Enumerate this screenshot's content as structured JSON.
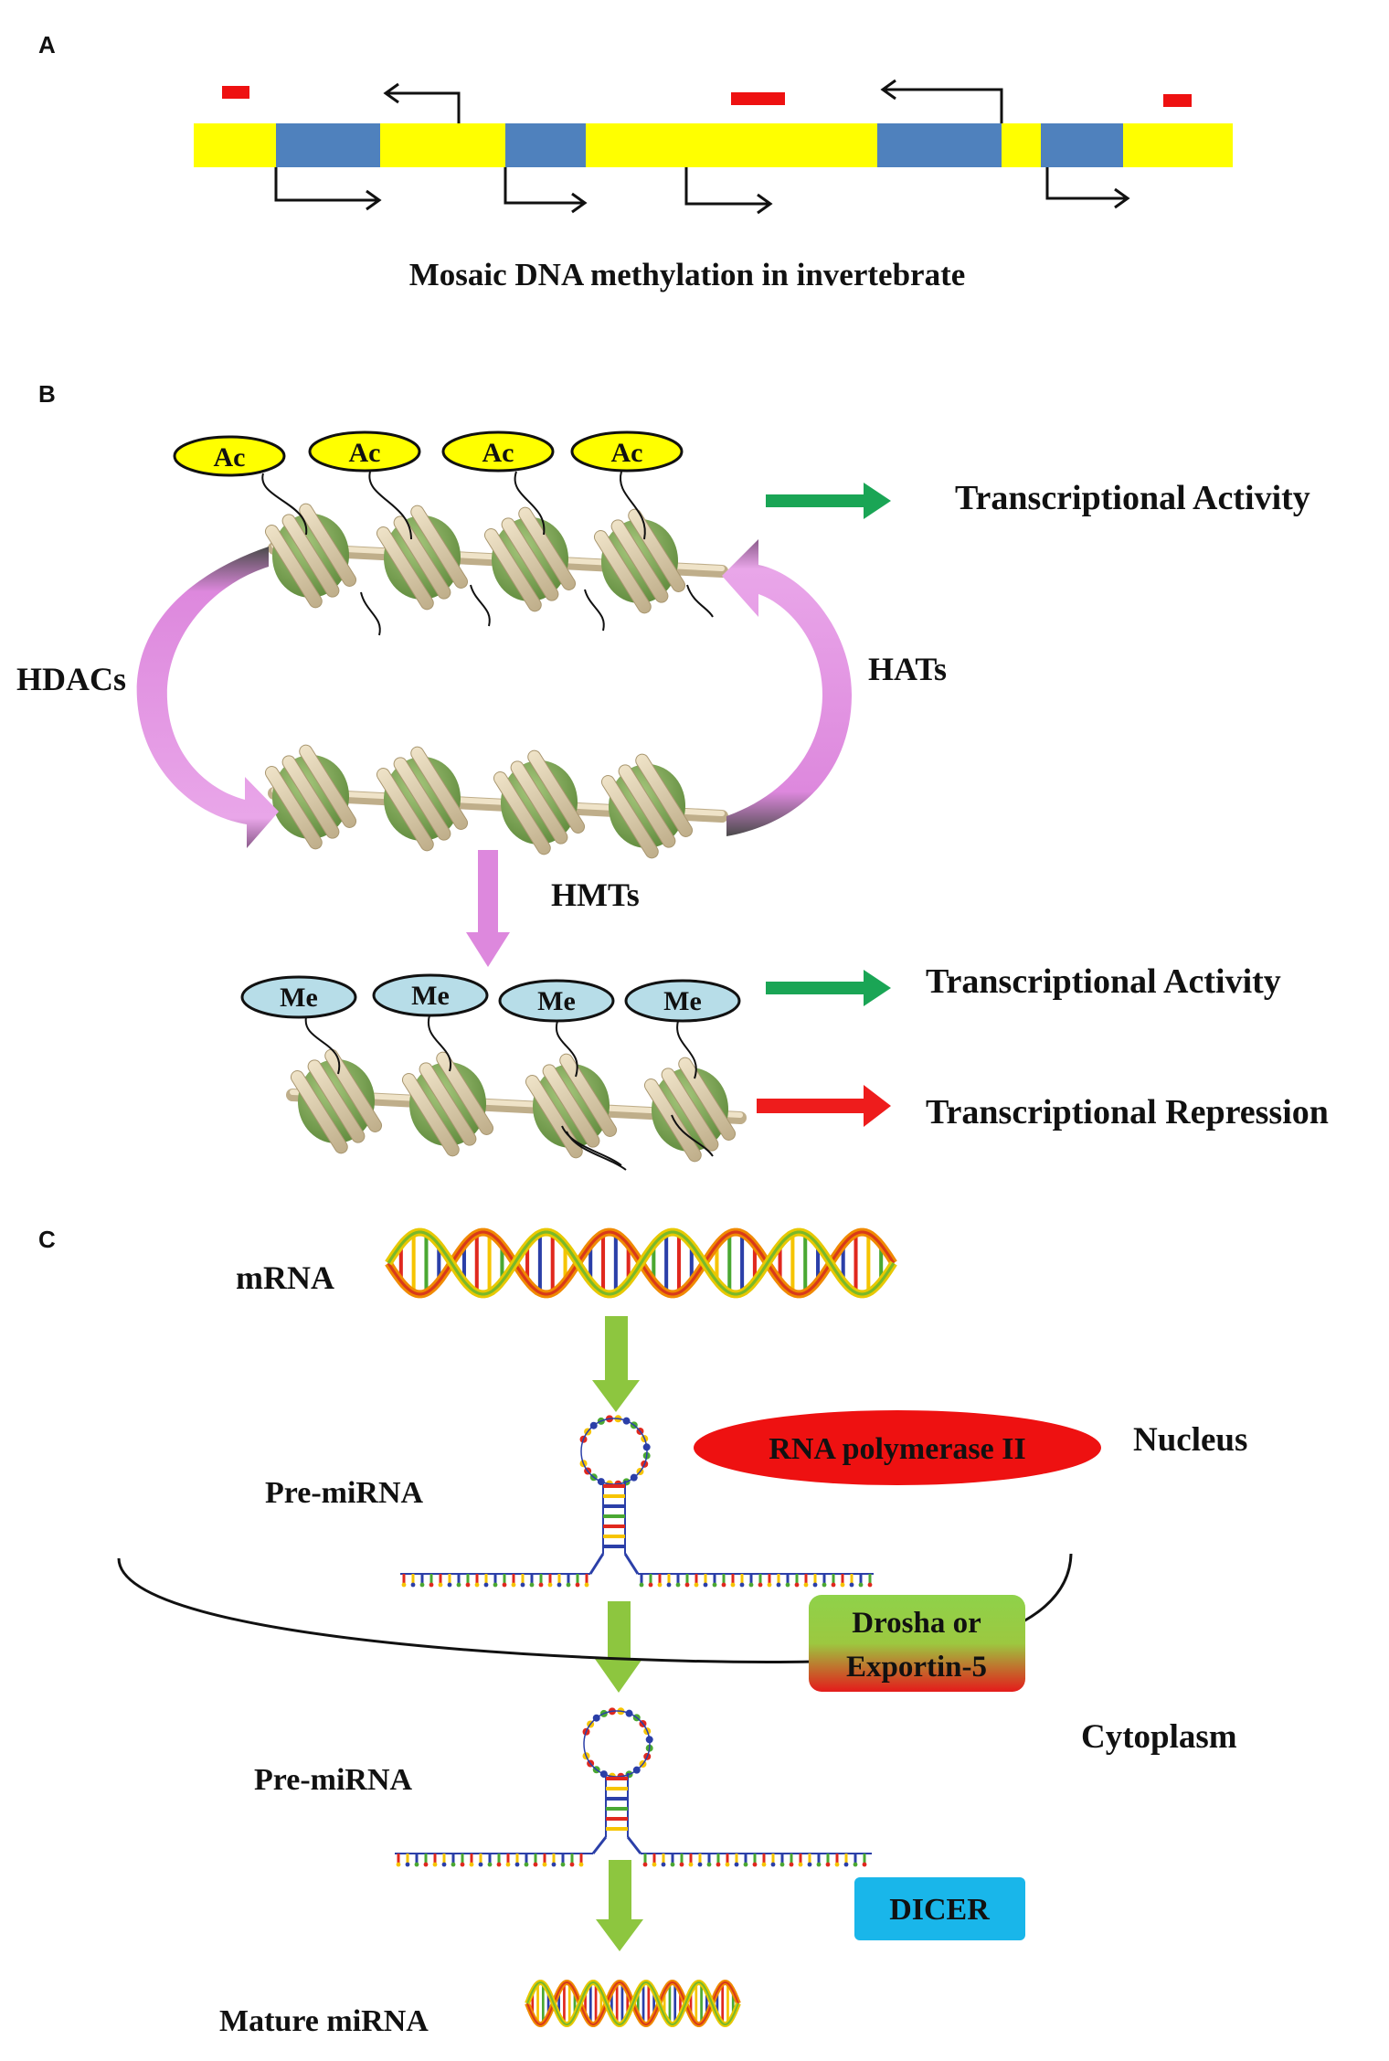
{
  "panels": {
    "a": {
      "letter": "A",
      "caption": "Mosaic DNA methylation in invertebrate"
    },
    "b": {
      "letter": "B",
      "acetyl_label": "Ac",
      "methyl_label": "Me",
      "hdacs": "HDACs",
      "hats": "HATs",
      "hmts": "HMTs",
      "activity_top": "Transcriptional Activity",
      "activity_mid": "Transcriptional Activity",
      "repression": "Transcriptional Repression"
    },
    "c": {
      "letter": "C",
      "mrna": "mRNA",
      "pre_mirna_1": "Pre-miRNA",
      "pre_mirna_2": "Pre-miRNA",
      "mature_mirna": "Mature miRNA",
      "rna_pol": "RNA polymerase II",
      "nucleus": "Nucleus",
      "cytoplasm": "Cytoplasm",
      "drosha_line1": "Drosha or",
      "drosha_line2": "Exportin-5",
      "dicer": "DICER"
    }
  },
  "colors": {
    "dna_strand": "#ffff00",
    "gene_block": "#4f81bd",
    "methyl_mark": "#ee1111",
    "acetyl_oval": "#ffff00",
    "methyl_oval": "#b7dde8",
    "nucleosome_core": "#7fa653",
    "dna_wrap": "#d8c8a8",
    "activity_arrow": "#1aa555",
    "repression_arrow": "#ee1c1c",
    "pink_arrow": "#dd88dd",
    "green_arrow": "#8dc63f",
    "rna_pol_oval": "#ee1111",
    "dicer_box": "#19b6ea"
  }
}
